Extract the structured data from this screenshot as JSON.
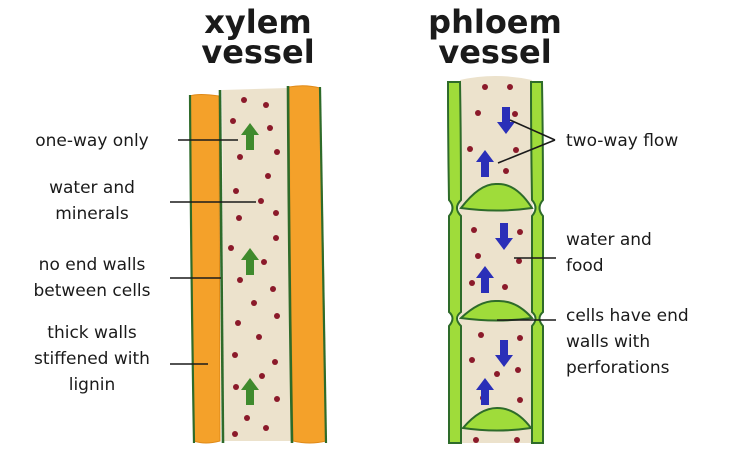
{
  "xylem": {
    "title_line1": "xylem",
    "title_line2": "vessel",
    "labels": {
      "one_way": "one-way only",
      "water_minerals_1": "water and",
      "water_minerals_2": "minerals",
      "no_end_walls_1": "no end walls",
      "no_end_walls_2": "between cells",
      "thick_walls_1": "thick walls",
      "thick_walls_2": "stiffened with",
      "thick_walls_3": "lignin"
    }
  },
  "phloem": {
    "title_line1": "phloem",
    "title_line2": "vessel",
    "labels": {
      "two_way": "two-way flow",
      "water_food_1": "water and",
      "water_food_2": "food",
      "end_walls_1": "cells have end",
      "end_walls_2": "walls with",
      "end_walls_3": "perforations"
    }
  },
  "colors": {
    "lignin_orange": "#f4a12a",
    "vessel_fill": "#ece2cc",
    "wall_green": "#2e6b2a",
    "phloem_wall": "#9fdc3a",
    "particle": "#8b1a2a",
    "xylem_arrow": "#3f8a2d",
    "phloem_arrow": "#2a2fb8"
  }
}
